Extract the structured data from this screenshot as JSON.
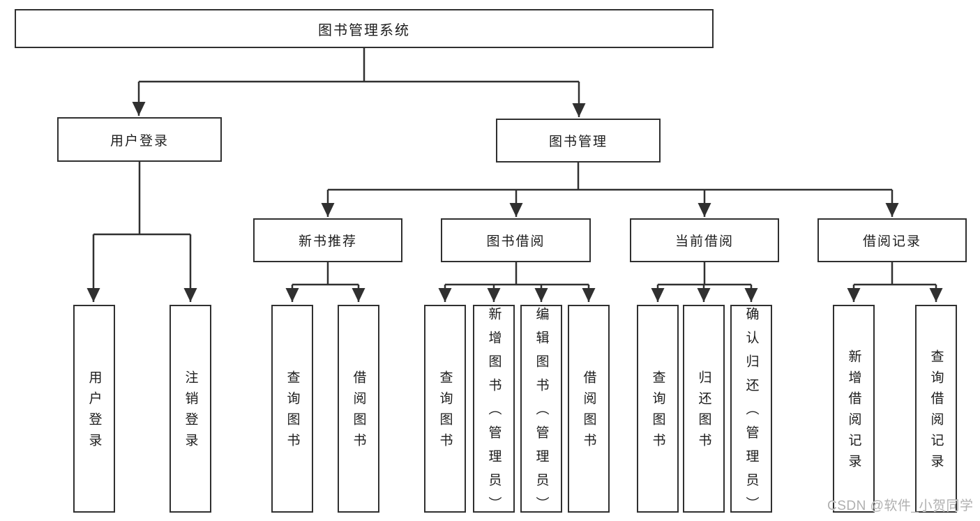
{
  "diagram": {
    "title": "图书管理系统",
    "user_login": {
      "label": "用户登录",
      "children": [
        {
          "label": "用户登录"
        },
        {
          "label": "注销登录"
        }
      ]
    },
    "book_mgmt": {
      "label": "图书管理",
      "sections": [
        {
          "label": "新书推荐",
          "children": [
            {
              "label": "查询图书"
            },
            {
              "label": "借阅图书"
            }
          ]
        },
        {
          "label": "图书借阅",
          "children": [
            {
              "label": "查询图书"
            },
            {
              "label": "新增图书（管理员）"
            },
            {
              "label": "编辑图书（管理员）"
            },
            {
              "label": "借阅图书"
            }
          ]
        },
        {
          "label": "当前借阅",
          "children": [
            {
              "label": "查询图书"
            },
            {
              "label": "归还图书"
            },
            {
              "label": "确认归还（管理员）"
            }
          ]
        },
        {
          "label": "借阅记录",
          "children": [
            {
              "label": "新增借阅记录"
            },
            {
              "label": "查询借阅记录"
            }
          ]
        }
      ]
    }
  },
  "watermark": "CSDN @软件_小贺同学",
  "colors": {
    "line": "#303030",
    "text": "#1c1c1c",
    "background": "#ffffff",
    "watermark": "#b0b0b0"
  }
}
